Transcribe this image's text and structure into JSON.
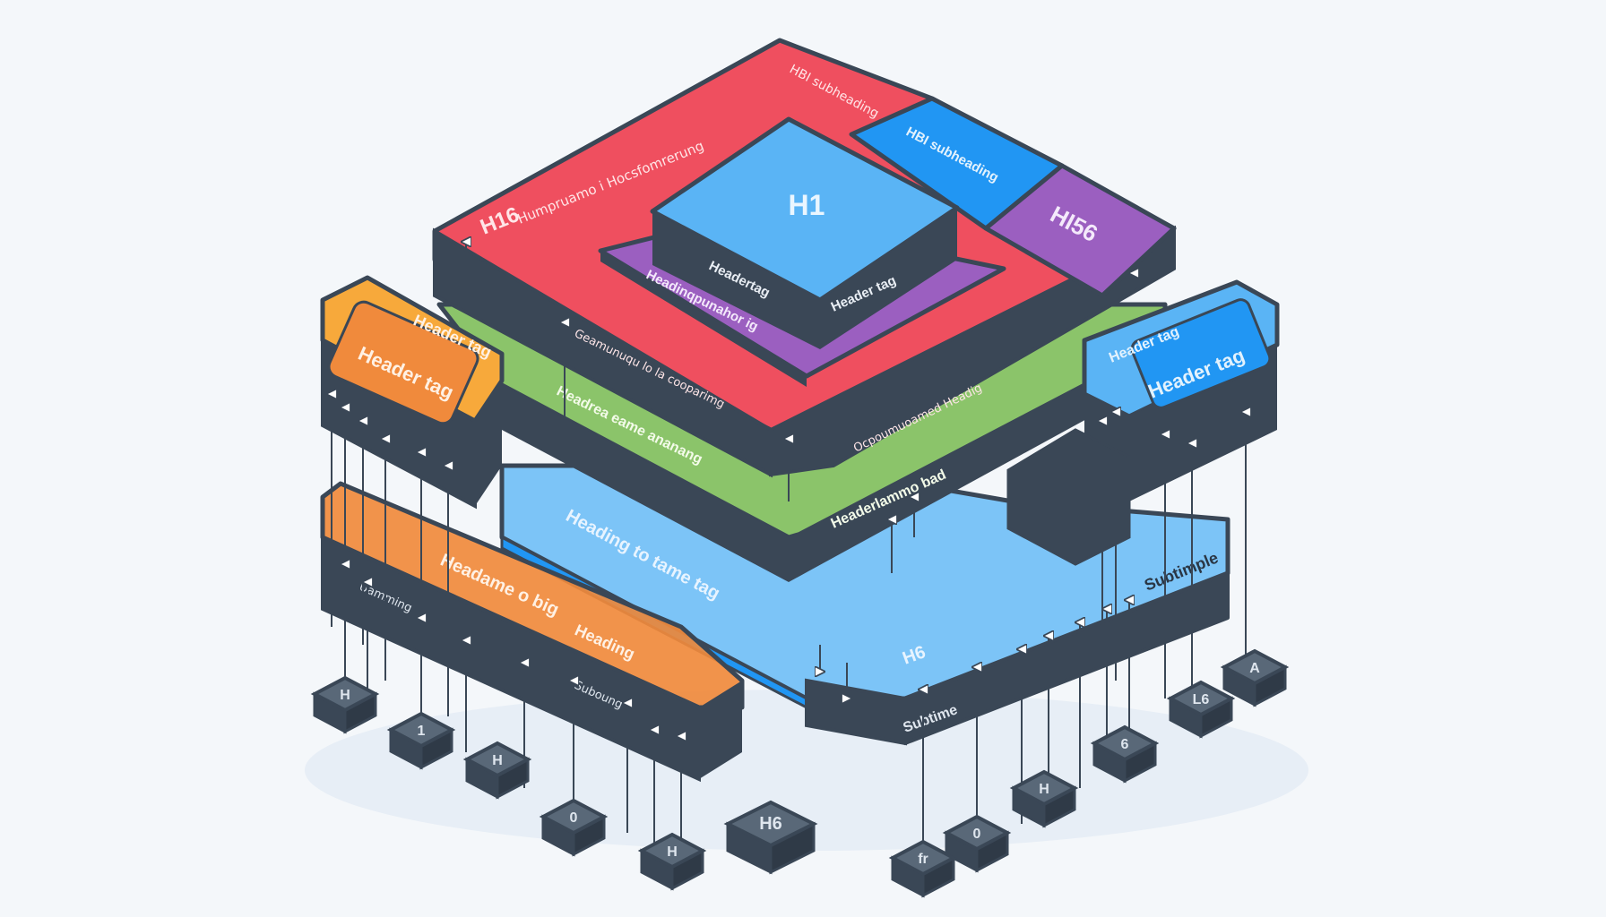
{
  "colors": {
    "background": "#f4f7fa",
    "outline": "#3a4756",
    "red": "#ef4f5f",
    "blue": "#5ab4f5",
    "bright_blue": "#2196f3",
    "purple": "#9b5fc0",
    "green": "#8bc46a",
    "orange": "#f08a3c",
    "amber": "#f7a93b",
    "light_blue": "#7cc4f7",
    "slate": "#596878"
  },
  "diagram": {
    "top_tile": {
      "label": "H1",
      "subtitle": "Headertag",
      "front_label": "Header tag"
    },
    "red_layer": {
      "corner_label": "H16",
      "edge_scribble": "Humpruamo i Hocsfomrerung",
      "corner_scribble": "HBI subheading"
    },
    "blue_corner": {
      "label": "HBI subheading"
    },
    "purple_corner": {
      "label": "HI56"
    },
    "purple_layer": {
      "label": "Headinqpunahor ig"
    },
    "red_front": {
      "scribble_left": "Geamunuqu lo la cooparimg",
      "scribble_right": "Ocpoumuoamed Headig"
    },
    "green_layer": {
      "label_left": "Headrea eame ananang",
      "label_right": "Headerlammo bad"
    },
    "blue_layer": {
      "label": "Heading to tame tag",
      "corner_label": "H6",
      "edge_label": "Subtimple",
      "front_label": "Subtime"
    },
    "left_box": {
      "label_top": "Header tag",
      "label_bottom": "Header tag"
    },
    "right_box": {
      "label_top": "Header tag",
      "label_bottom": "Header tag"
    },
    "orange_layer": {
      "label": "Headame o big",
      "sub_label": "Heading",
      "scribble_left": "Uamming",
      "scribble_right": "Suboung"
    },
    "bottom_nodes": [
      "H",
      "1",
      "H",
      "0",
      "H",
      "H6",
      "fr",
      "0",
      "H",
      "6",
      "L6",
      "A"
    ]
  }
}
